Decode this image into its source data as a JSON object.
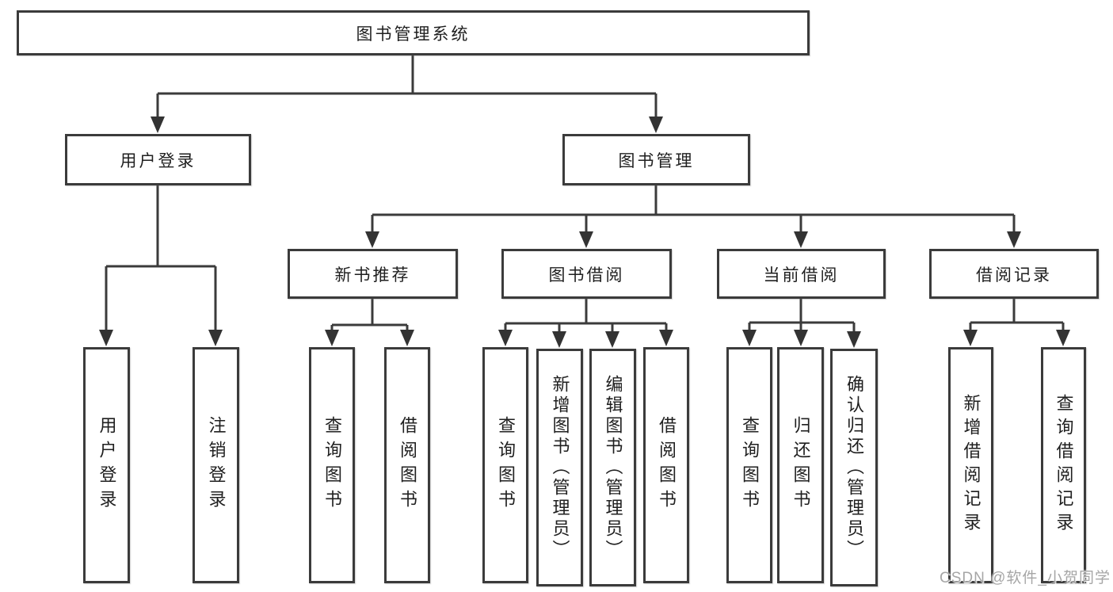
{
  "diagram": {
    "root": {
      "label": "图书管理系统"
    },
    "user_login": {
      "label": "用户登录",
      "children": [
        {
          "label": "用户登录"
        },
        {
          "label": "注销登录"
        }
      ]
    },
    "book_mgmt": {
      "label": "图书管理",
      "children": [
        {
          "label": "新书推荐",
          "children": [
            {
              "label": "查询图书"
            },
            {
              "label": "借阅图书"
            }
          ]
        },
        {
          "label": "图书借阅",
          "children": [
            {
              "label": "查询图书"
            },
            {
              "label": "新增图书（管理员）"
            },
            {
              "label": "编辑图书（管理员）"
            },
            {
              "label": "借阅图书"
            }
          ]
        },
        {
          "label": "当前借阅",
          "children": [
            {
              "label": "查询图书"
            },
            {
              "label": "归还图书"
            },
            {
              "label": "确认归还（管理员）"
            }
          ]
        },
        {
          "label": "借阅记录",
          "children": [
            {
              "label": "新增借阅记录"
            },
            {
              "label": "查询借阅记录"
            }
          ]
        }
      ]
    }
  },
  "watermark": {
    "text": "CSDN @软件_小贺同学"
  },
  "colors": {
    "line": "#3b3b3b",
    "box_border": "#3b3b3b",
    "text": "#1f1f1f",
    "watermark": "#a6a6a6",
    "background": "#ffffff"
  }
}
